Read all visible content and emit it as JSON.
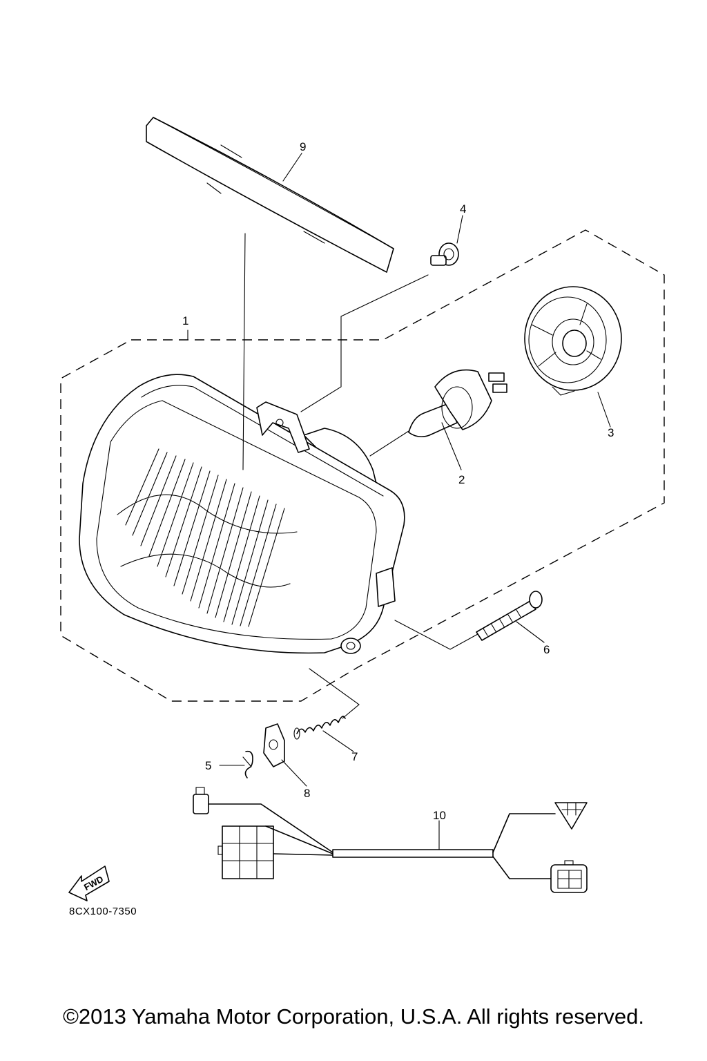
{
  "callouts": {
    "c1": "1",
    "c2": "2",
    "c3": "3",
    "c4": "4",
    "c5": "5",
    "c6": "6",
    "c7": "7",
    "c8": "8",
    "c9": "9",
    "c10": "10"
  },
  "fwd_label": "FWD",
  "diagram_code": "8CX100-7350",
  "copyright": "©2013 Yamaha Motor Corporation, U.S.A. All rights reserved."
}
